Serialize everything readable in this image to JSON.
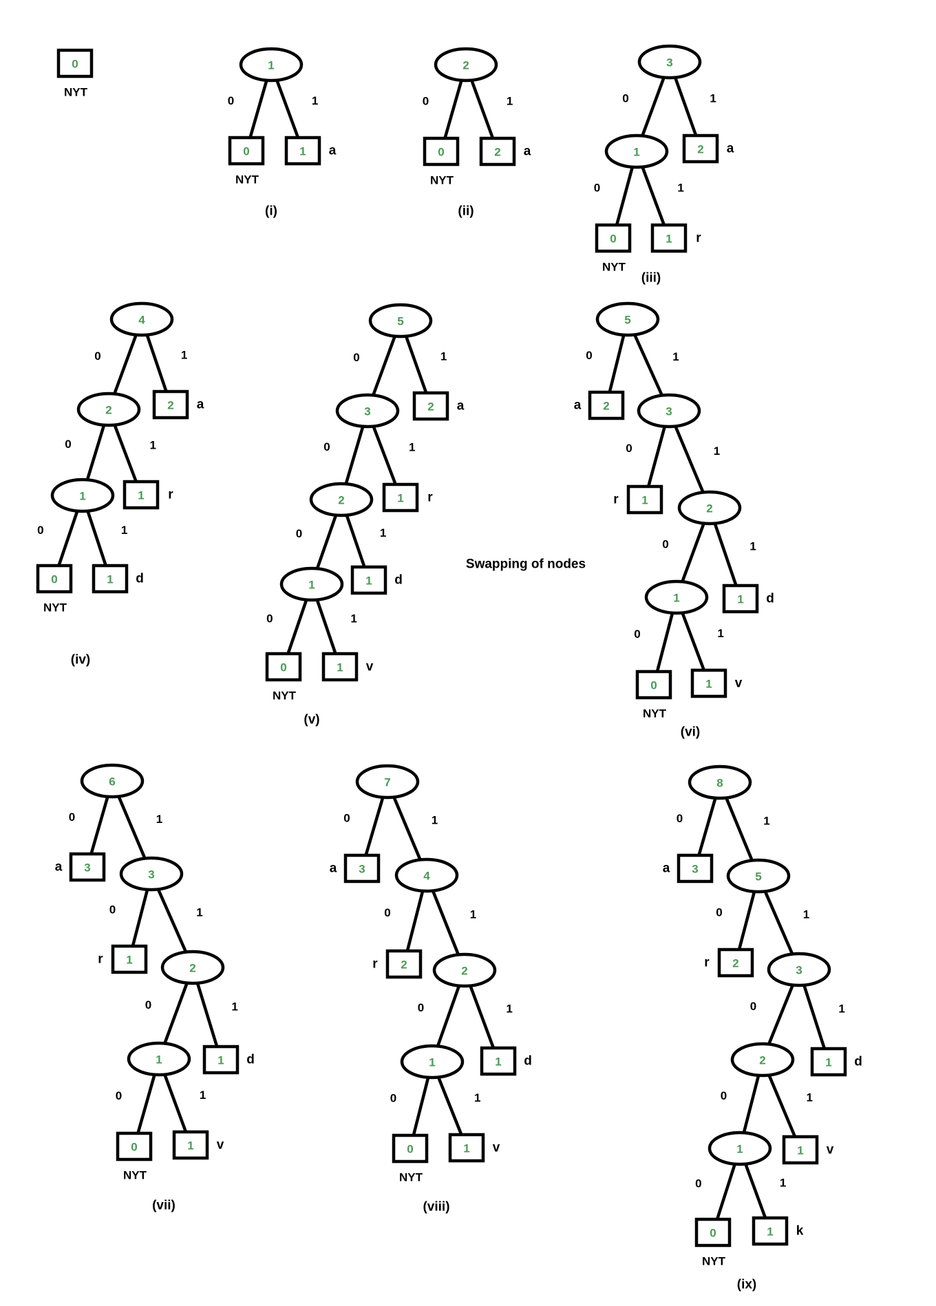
{
  "note": "Swapping of nodes",
  "colors": {
    "weight": "#4b9a56",
    "stroke": "#000000",
    "background": "#ffffff"
  },
  "trees": [
    {
      "caption": "",
      "nodes": [
        {
          "id": "n0",
          "kind": "leaf",
          "w": "0",
          "nyt": "NYT"
        }
      ]
    },
    {
      "caption": "(i)",
      "nodes": [
        {
          "id": "n0",
          "kind": "internal",
          "w": "1"
        },
        {
          "id": "n1",
          "kind": "leaf",
          "w": "0",
          "parent": "n0",
          "bit": "0",
          "nyt": "NYT"
        },
        {
          "id": "n2",
          "kind": "leaf",
          "w": "1",
          "parent": "n0",
          "bit": "1",
          "sym": "a"
        }
      ]
    },
    {
      "caption": "(ii)",
      "nodes": [
        {
          "id": "n0",
          "kind": "internal",
          "w": "2"
        },
        {
          "id": "n1",
          "kind": "leaf",
          "w": "0",
          "parent": "n0",
          "bit": "0",
          "nyt": "NYT"
        },
        {
          "id": "n2",
          "kind": "leaf",
          "w": "2",
          "parent": "n0",
          "bit": "1",
          "sym": "a"
        }
      ]
    },
    {
      "caption": "(iii)",
      "nodes": [
        {
          "id": "n0",
          "kind": "internal",
          "w": "3"
        },
        {
          "id": "n1",
          "kind": "internal",
          "w": "1",
          "parent": "n0",
          "bit": "0"
        },
        {
          "id": "n2",
          "kind": "leaf",
          "w": "2",
          "parent": "n0",
          "bit": "1",
          "sym": "a"
        },
        {
          "id": "n3",
          "kind": "leaf",
          "w": "0",
          "parent": "n1",
          "bit": "0",
          "nyt": "NYT"
        },
        {
          "id": "n4",
          "kind": "leaf",
          "w": "1",
          "parent": "n1",
          "bit": "1",
          "sym": "r"
        }
      ]
    },
    {
      "caption": "(iv)",
      "nodes": [
        {
          "id": "n0",
          "kind": "internal",
          "w": "4"
        },
        {
          "id": "n1",
          "kind": "internal",
          "w": "2",
          "parent": "n0",
          "bit": "0"
        },
        {
          "id": "n2",
          "kind": "leaf",
          "w": "2",
          "parent": "n0",
          "bit": "1",
          "sym": "a"
        },
        {
          "id": "n3",
          "kind": "internal",
          "w": "1",
          "parent": "n1",
          "bit": "0"
        },
        {
          "id": "n4",
          "kind": "leaf",
          "w": "1",
          "parent": "n1",
          "bit": "1",
          "sym": "r"
        },
        {
          "id": "n5",
          "kind": "leaf",
          "w": "0",
          "parent": "n3",
          "bit": "0",
          "nyt": "NYT"
        },
        {
          "id": "n6",
          "kind": "leaf",
          "w": "1",
          "parent": "n3",
          "bit": "1",
          "sym": "d"
        }
      ]
    },
    {
      "caption": "(v)",
      "nodes": [
        {
          "id": "n0",
          "kind": "internal",
          "w": "5"
        },
        {
          "id": "n1",
          "kind": "internal",
          "w": "3",
          "parent": "n0",
          "bit": "0"
        },
        {
          "id": "n2",
          "kind": "leaf",
          "w": "2",
          "parent": "n0",
          "bit": "1",
          "sym": "a"
        },
        {
          "id": "n3",
          "kind": "internal",
          "w": "2",
          "parent": "n1",
          "bit": "0"
        },
        {
          "id": "n4",
          "kind": "leaf",
          "w": "1",
          "parent": "n1",
          "bit": "1",
          "sym": "r"
        },
        {
          "id": "n5",
          "kind": "internal",
          "w": "1",
          "parent": "n3",
          "bit": "0"
        },
        {
          "id": "n6",
          "kind": "leaf",
          "w": "1",
          "parent": "n3",
          "bit": "1",
          "sym": "d"
        },
        {
          "id": "n7",
          "kind": "leaf",
          "w": "0",
          "parent": "n5",
          "bit": "0",
          "nyt": "NYT"
        },
        {
          "id": "n8",
          "kind": "leaf",
          "w": "1",
          "parent": "n5",
          "bit": "1",
          "sym": "v"
        }
      ]
    },
    {
      "caption": "(vi)",
      "nodes": [
        {
          "id": "n0",
          "kind": "internal",
          "w": "5"
        },
        {
          "id": "n1",
          "kind": "leaf",
          "w": "2",
          "parent": "n0",
          "bit": "0",
          "sym": "a"
        },
        {
          "id": "n2",
          "kind": "internal",
          "w": "3",
          "parent": "n0",
          "bit": "1"
        },
        {
          "id": "n3",
          "kind": "leaf",
          "w": "1",
          "parent": "n2",
          "bit": "0",
          "sym": "r"
        },
        {
          "id": "n4",
          "kind": "internal",
          "w": "2",
          "parent": "n2",
          "bit": "1"
        },
        {
          "id": "n5",
          "kind": "internal",
          "w": "1",
          "parent": "n4",
          "bit": "0"
        },
        {
          "id": "n6",
          "kind": "leaf",
          "w": "1",
          "parent": "n4",
          "bit": "1",
          "sym": "d"
        },
        {
          "id": "n7",
          "kind": "leaf",
          "w": "0",
          "parent": "n5",
          "bit": "0",
          "nyt": "NYT"
        },
        {
          "id": "n8",
          "kind": "leaf",
          "w": "1",
          "parent": "n5",
          "bit": "1",
          "sym": "v"
        }
      ]
    },
    {
      "caption": "(vii)",
      "nodes": [
        {
          "id": "n0",
          "kind": "internal",
          "w": "6"
        },
        {
          "id": "n1",
          "kind": "leaf",
          "w": "3",
          "parent": "n0",
          "bit": "0",
          "sym": "a"
        },
        {
          "id": "n2",
          "kind": "internal",
          "w": "3",
          "parent": "n0",
          "bit": "1"
        },
        {
          "id": "n3",
          "kind": "leaf",
          "w": "1",
          "parent": "n2",
          "bit": "0",
          "sym": "r"
        },
        {
          "id": "n4",
          "kind": "internal",
          "w": "2",
          "parent": "n2",
          "bit": "1"
        },
        {
          "id": "n5",
          "kind": "internal",
          "w": "1",
          "parent": "n4",
          "bit": "0"
        },
        {
          "id": "n6",
          "kind": "leaf",
          "w": "1",
          "parent": "n4",
          "bit": "1",
          "sym": "d"
        },
        {
          "id": "n7",
          "kind": "leaf",
          "w": "0",
          "parent": "n5",
          "bit": "0",
          "nyt": "NYT"
        },
        {
          "id": "n8",
          "kind": "leaf",
          "w": "1",
          "parent": "n5",
          "bit": "1",
          "sym": "v"
        }
      ]
    },
    {
      "caption": "(viii)",
      "nodes": [
        {
          "id": "n0",
          "kind": "internal",
          "w": "7"
        },
        {
          "id": "n1",
          "kind": "leaf",
          "w": "3",
          "parent": "n0",
          "bit": "0",
          "sym": "a"
        },
        {
          "id": "n2",
          "kind": "internal",
          "w": "4",
          "parent": "n0",
          "bit": "1"
        },
        {
          "id": "n3",
          "kind": "leaf",
          "w": "2",
          "parent": "n2",
          "bit": "0",
          "sym": "r"
        },
        {
          "id": "n4",
          "kind": "internal",
          "w": "2",
          "parent": "n2",
          "bit": "1"
        },
        {
          "id": "n5",
          "kind": "internal",
          "w": "1",
          "parent": "n4",
          "bit": "0"
        },
        {
          "id": "n6",
          "kind": "leaf",
          "w": "1",
          "parent": "n4",
          "bit": "1",
          "sym": "d"
        },
        {
          "id": "n7",
          "kind": "leaf",
          "w": "0",
          "parent": "n5",
          "bit": "0",
          "nyt": "NYT"
        },
        {
          "id": "n8",
          "kind": "leaf",
          "w": "1",
          "parent": "n5",
          "bit": "1",
          "sym": "v"
        }
      ]
    },
    {
      "caption": "(ix)",
      "nodes": [
        {
          "id": "n0",
          "kind": "internal",
          "w": "8"
        },
        {
          "id": "n1",
          "kind": "leaf",
          "w": "3",
          "parent": "n0",
          "bit": "0",
          "sym": "a"
        },
        {
          "id": "n2",
          "kind": "internal",
          "w": "5",
          "parent": "n0",
          "bit": "1"
        },
        {
          "id": "n3",
          "kind": "leaf",
          "w": "2",
          "parent": "n2",
          "bit": "0",
          "sym": "r"
        },
        {
          "id": "n4",
          "kind": "internal",
          "w": "3",
          "parent": "n2",
          "bit": "1"
        },
        {
          "id": "n5",
          "kind": "internal",
          "w": "2",
          "parent": "n4",
          "bit": "0"
        },
        {
          "id": "n6",
          "kind": "leaf",
          "w": "1",
          "parent": "n4",
          "bit": "1",
          "sym": "d"
        },
        {
          "id": "n7",
          "kind": "internal",
          "w": "1",
          "parent": "n5",
          "bit": "0"
        },
        {
          "id": "n8",
          "kind": "leaf",
          "w": "1",
          "parent": "n5",
          "bit": "1",
          "sym": "v"
        },
        {
          "id": "n9",
          "kind": "leaf",
          "w": "0",
          "parent": "n7",
          "bit": "0",
          "nyt": "NYT"
        },
        {
          "id": "n10",
          "kind": "leaf",
          "w": "1",
          "parent": "n7",
          "bit": "1",
          "sym": "k"
        }
      ]
    }
  ]
}
